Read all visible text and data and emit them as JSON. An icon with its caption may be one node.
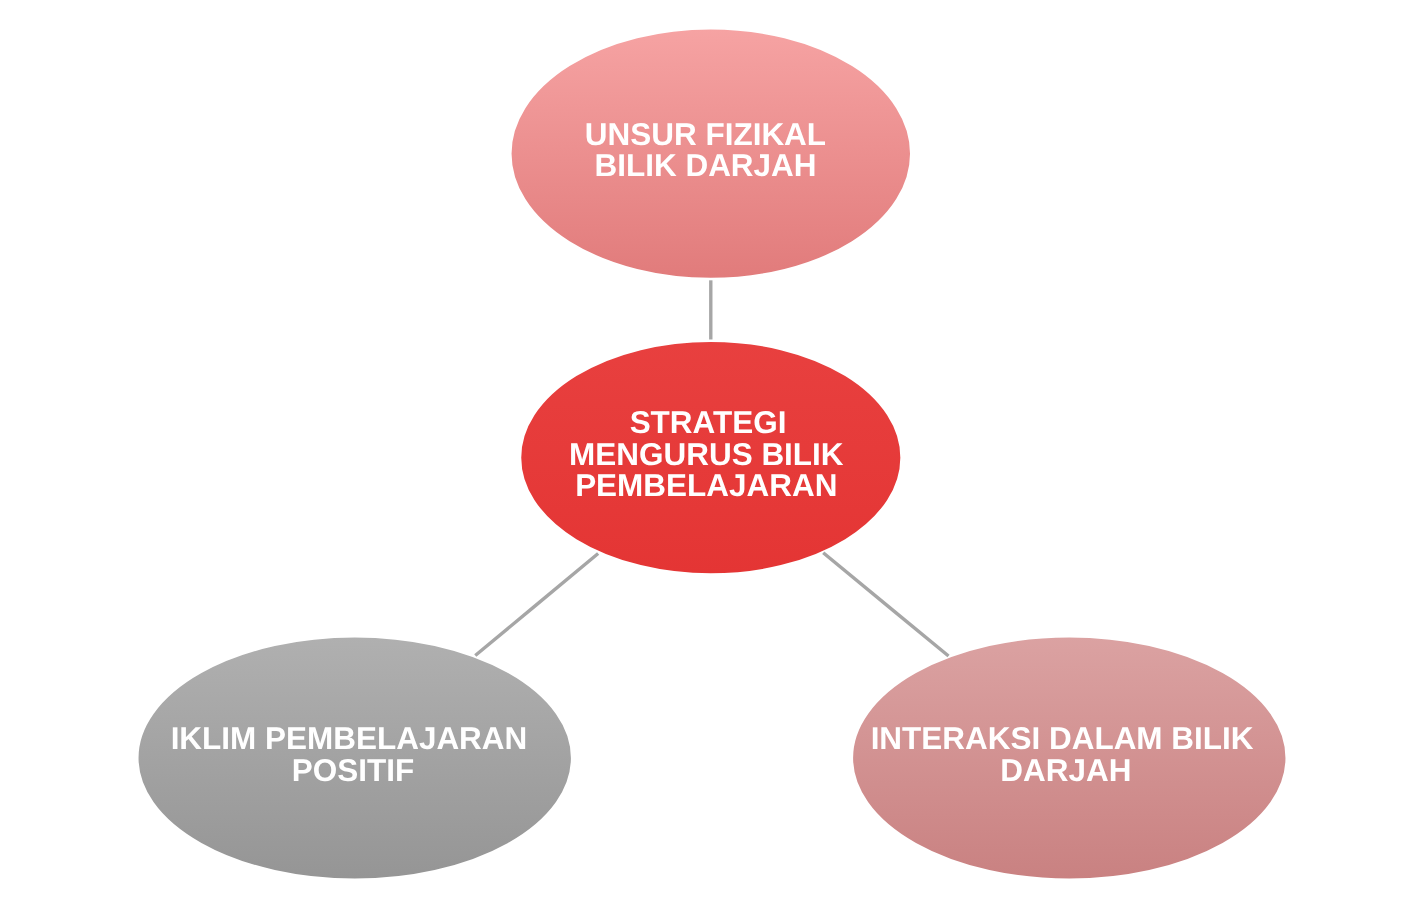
{
  "diagram": {
    "nodes": [
      {
        "text": [
          "UNSUR FIZIKAL BILIK DARJAH"
        ]
      },
      {
        "text": [
          "STRATEGI MENGURUS BILIK PEMBELAJARAN"
        ]
      },
      {
        "text": [
          "IKLIM PEMBELAJARAN POSITIF"
        ]
      },
      {
        "text": [
          "INTERAKSI DALAM BILIK DARJAH"
        ]
      }
    ],
    "edges": [
      {
        "from": 0,
        "to": 1,
        "arrow": "none"
      },
      {
        "from": 1,
        "to": 2,
        "arrow": "none"
      },
      {
        "from": 1,
        "to": 3,
        "arrow": "none"
      }
    ]
  }
}
